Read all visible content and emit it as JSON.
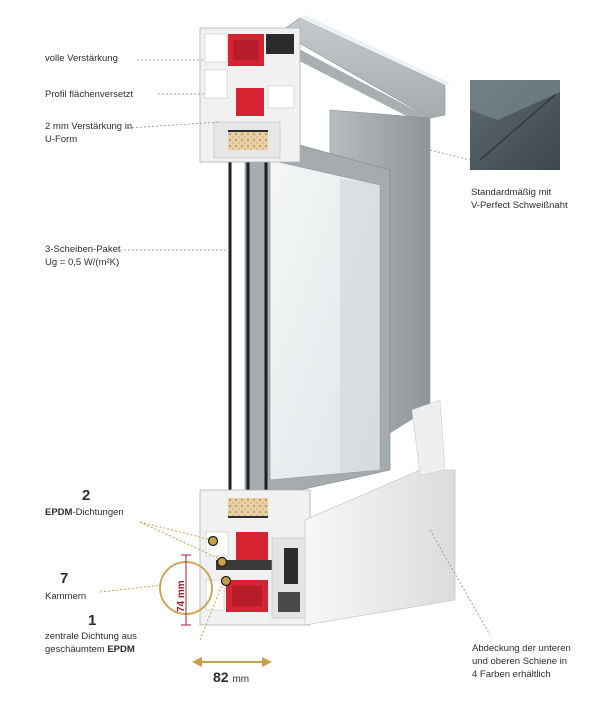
{
  "labels": {
    "full_reinforcement": "volle Verstärkung",
    "profile_offset": "Profil flächenversetzt",
    "u_reinforcement_line1": "2 mm Verstärkung in",
    "u_reinforcement_line2": "U-Form",
    "triple_glazing_line1": "3-Scheiben-Paket",
    "triple_glazing_line2": "Ug = 0,5 W/(m²K)",
    "weld_line1": "Standardmäßig mit",
    "weld_line2": "V-Perfect Schweißnaht",
    "seals_count": "2",
    "seals_line": "EPDM-Dichtungen",
    "seals_bold_part": "EPDM",
    "seals_rest_part": "-Dichtungen",
    "chambers_count": "7",
    "chambers_line": "Kammern",
    "central_seal_count": "1",
    "central_seal_line1": "zentrale Dichtung aus",
    "central_seal_line2_a": "geschäumtem ",
    "central_seal_line2_b": "EPDM",
    "cover_line1": "Abdeckung der unteren",
    "cover_line2": "und oberen Schiene in",
    "cover_line3": "4 Farben erhältlich"
  },
  "dimensions": {
    "depth_value": "82",
    "depth_unit": "mm",
    "height_label": "74 mm"
  },
  "colors": {
    "accent_gold": "#c9a04a",
    "reinforcement_red": "#d62332",
    "frame_grey": "#9aa0a3",
    "frame_dark": "#6f7477",
    "profile_white": "#f3f3f3",
    "dim_red": "#a01c2c"
  }
}
